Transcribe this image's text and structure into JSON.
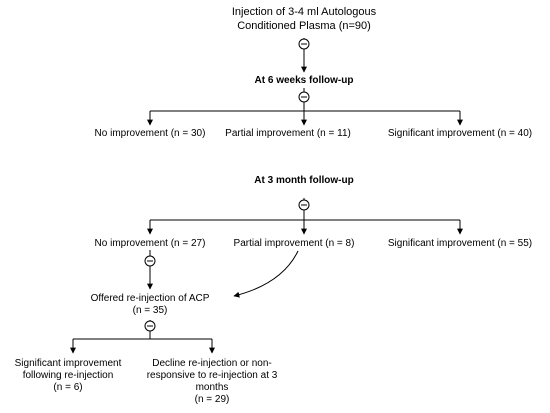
{
  "root": {
    "line1": "Injection of 3-4 ml Autologous",
    "line2": "Conditioned Plasma (n=90)"
  },
  "follow_up_6w": {
    "heading": "At 6 weeks follow-up",
    "outcomes": [
      "No improvement (n = 30)",
      "Partial improvement (n = 11)",
      "Significant improvement (n = 40)"
    ]
  },
  "follow_up_3m": {
    "heading": "At 3 month follow-up",
    "outcomes": [
      "No improvement (n = 27)",
      "Partial improvement (n = 8)",
      "Significant improvement (n = 55)"
    ]
  },
  "reinjection": {
    "line1": "Offered re-injection of ACP",
    "line2": "(n = 35)",
    "outcomes": [
      {
        "line1": "Significant improvement",
        "line2": "following re-injection",
        "line3": "(n = 6)"
      },
      {
        "line1": "Decline re-injection or non-",
        "line2": "responsive to re-injection at 3",
        "line3": "months",
        "line4": "(n = 29)"
      }
    ]
  },
  "toggle_symbol": "⊖",
  "colors": {
    "line": "#000000",
    "text": "#000000",
    "background": "#ffffff"
  }
}
